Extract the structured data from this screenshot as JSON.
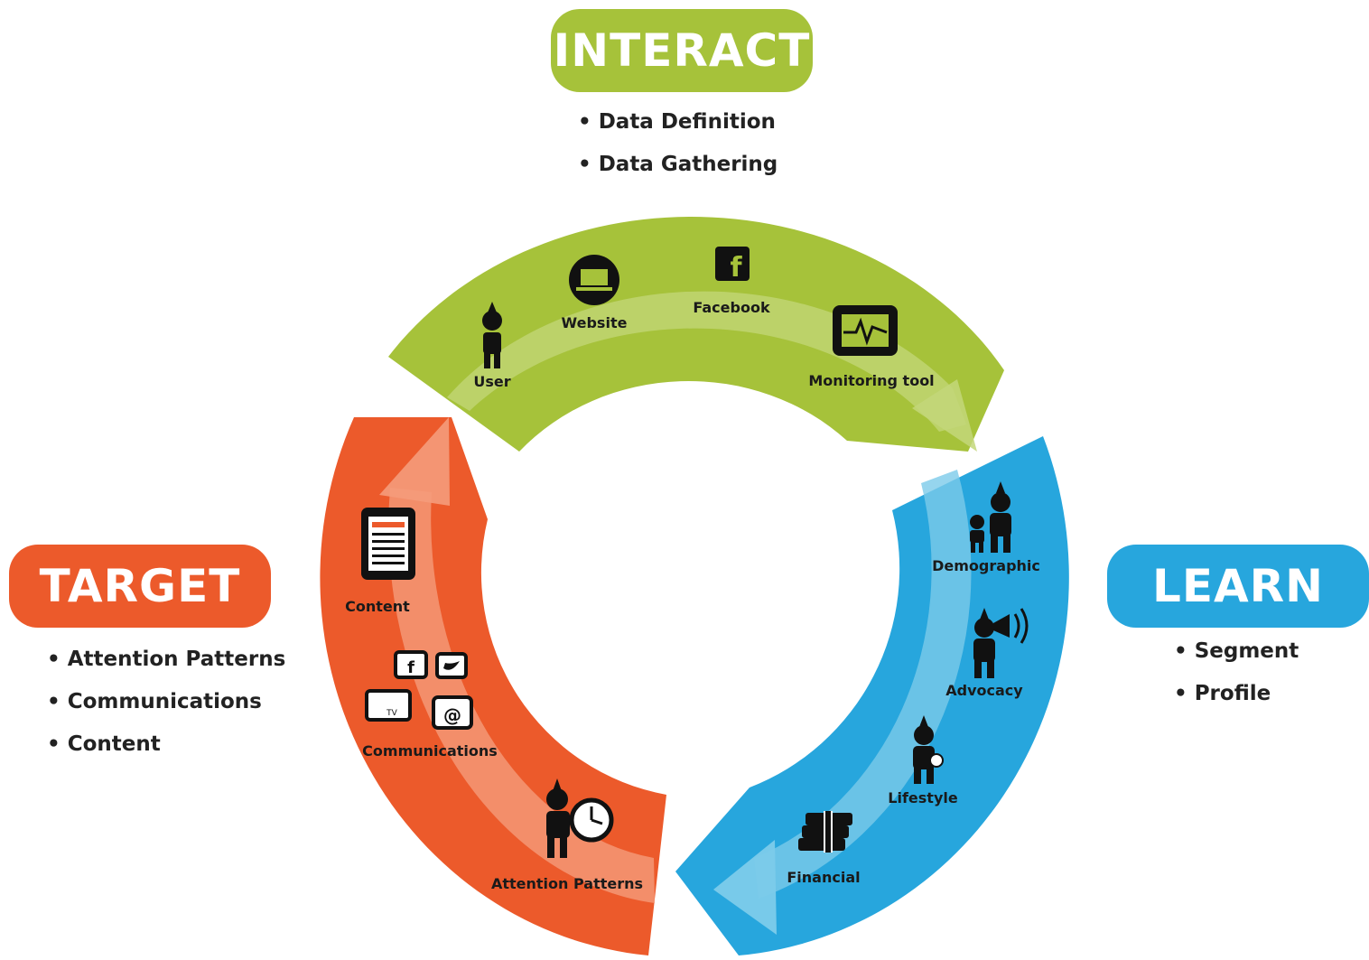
{
  "phases": {
    "interact": {
      "title": "INTERACT",
      "color": "#a6c23a",
      "bullets": [
        "Data Definition",
        "Data Gathering"
      ],
      "items": [
        {
          "label": "User",
          "icon": "user-icon"
        },
        {
          "label": "Website",
          "icon": "laptop-icon"
        },
        {
          "label": "Facebook",
          "icon": "facebook-icon"
        },
        {
          "label": "Monitoring tool",
          "icon": "monitor-icon"
        }
      ]
    },
    "target": {
      "title": "TARGET",
      "color": "#ec5a2b",
      "bullets": [
        "Attention Patterns",
        "Communications",
        "Content"
      ],
      "items": [
        {
          "label": "Content",
          "icon": "tablet-icon"
        },
        {
          "label": "Communications",
          "icon": "channels-icon"
        },
        {
          "label": "Attention Patterns",
          "icon": "person-clock-icon"
        }
      ]
    },
    "learn": {
      "title": "LEARN",
      "color": "#27a6dd",
      "bullets": [
        "Segment",
        "Profile"
      ],
      "items": [
        {
          "label": "Demographic",
          "icon": "family-icon"
        },
        {
          "label": "Advocacy",
          "icon": "megaphone-person-icon"
        },
        {
          "label": "Lifestyle",
          "icon": "person-ball-icon"
        },
        {
          "label": "Financial",
          "icon": "money-stack-icon"
        }
      ]
    }
  },
  "comm_icon_labels": {
    "tv": "TV"
  }
}
